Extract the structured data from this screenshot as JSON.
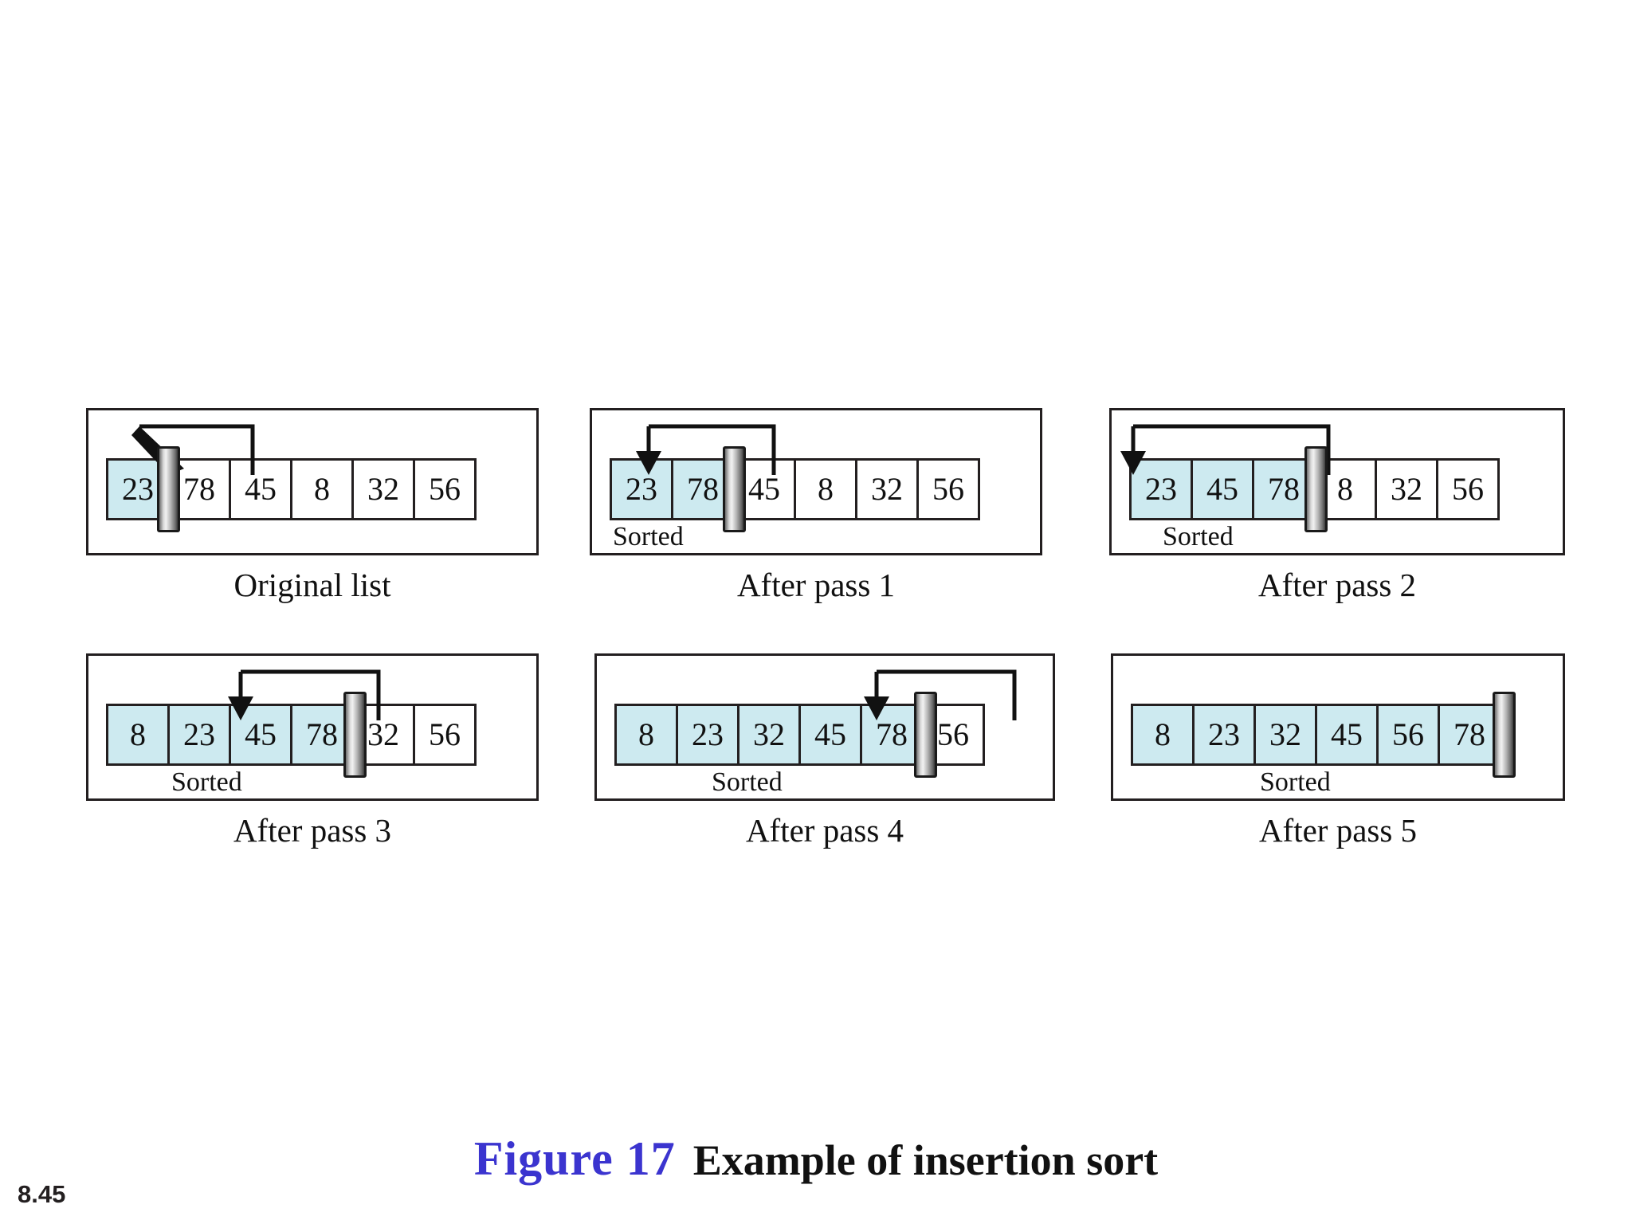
{
  "slide": {
    "number": "8.45",
    "figure_number": "Figure 17",
    "figure_title": "Example of insertion sort",
    "figure_number_color": "#3b34cf",
    "sorted_cell_color": "#cdeaf0",
    "unsorted_cell_color": "#ffffff",
    "border_color": "#231f20"
  },
  "chart_data": {
    "type": "diagram",
    "title": "Example of insertion sort",
    "algorithm": "insertion sort",
    "initial_list": [
      23,
      78,
      45,
      8,
      32,
      56
    ],
    "final_list": [
      8,
      23,
      32,
      45,
      56,
      78
    ],
    "panels": [
      {
        "caption": "Original list",
        "sorted_count": 1,
        "values": [
          "23",
          "78",
          "45",
          "8",
          "32",
          "56"
        ],
        "sorted_label": "",
        "has_arrow": true,
        "arrow_from_index": 1,
        "arrow_to_index": 0
      },
      {
        "caption": "After pass 1",
        "sorted_count": 2,
        "values": [
          "23",
          "78",
          "45",
          "8",
          "32",
          "56"
        ],
        "sorted_label": "Sorted",
        "has_arrow": true,
        "arrow_from_index": 2,
        "arrow_to_index": 1
      },
      {
        "caption": "After pass 2",
        "sorted_count": 3,
        "values": [
          "23",
          "45",
          "78",
          "8",
          "32",
          "56"
        ],
        "sorted_label": "Sorted",
        "has_arrow": true,
        "arrow_from_index": 3,
        "arrow_to_index": 0
      },
      {
        "caption": "After pass 3",
        "sorted_count": 4,
        "values": [
          "8",
          "23",
          "45",
          "78",
          "32",
          "56"
        ],
        "sorted_label": "Sorted",
        "has_arrow": true,
        "arrow_from_index": 4,
        "arrow_to_index": 2
      },
      {
        "caption": "After pass 4",
        "sorted_count": 5,
        "values": [
          "8",
          "23",
          "32",
          "45",
          "78",
          "56"
        ],
        "sorted_label": "Sorted",
        "has_arrow": true,
        "arrow_from_index": 5,
        "arrow_to_index": 4
      },
      {
        "caption": "After pass 5",
        "sorted_count": 6,
        "values": [
          "8",
          "23",
          "32",
          "45",
          "56",
          "78"
        ],
        "sorted_label": "Sorted",
        "has_arrow": false,
        "arrow_from_index": null,
        "arrow_to_index": null
      }
    ]
  }
}
